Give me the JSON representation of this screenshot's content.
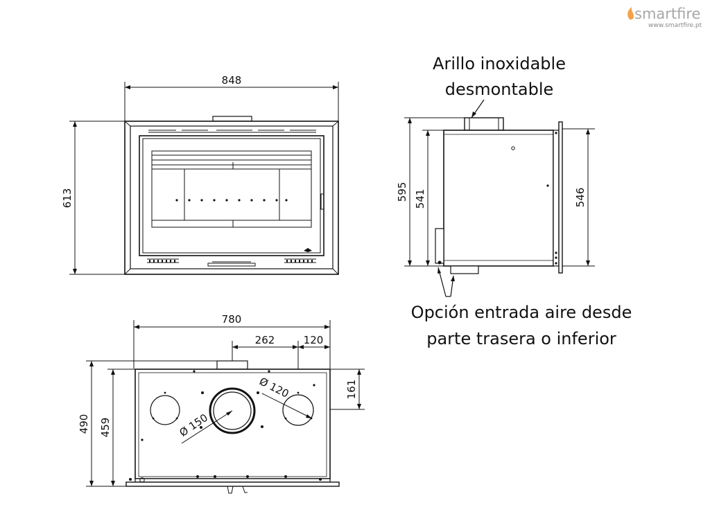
{
  "logo": {
    "brand": "smartfire",
    "website": "www.smartfire.pt",
    "flame_color": "#f4a24a"
  },
  "labels": {
    "ring": [
      "Arillo inoxidable",
      "desmontable"
    ],
    "air_inlet": [
      "Opción entrada aire desde",
      "parte trasera o inferior"
    ]
  },
  "dimensions": {
    "front_width": "848",
    "front_height": "613",
    "top_width": "780",
    "top_offset_1": "262",
    "top_offset_2": "120",
    "top_depth": "490",
    "top_inner_depth": "459",
    "top_front_offset": "161",
    "collar_dia": "Ø 150",
    "inlet_dia": "Ø 120",
    "side_height_total": "595",
    "side_height_body": "541",
    "side_height_frame": "546"
  }
}
